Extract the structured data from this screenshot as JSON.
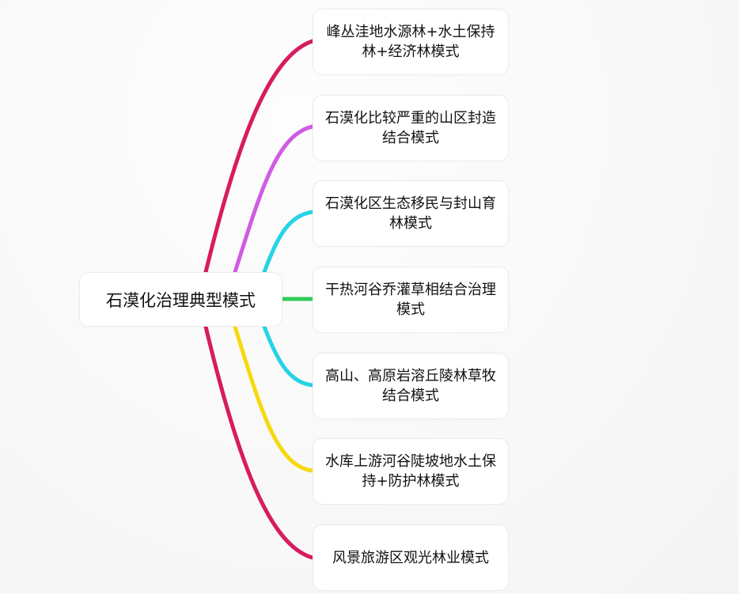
{
  "root": {
    "label": "石漠化治理典型模式"
  },
  "children": [
    {
      "label": "峰丛洼地水源林+水土保持林+经济林模式",
      "color": "#d81b60"
    },
    {
      "label": "石漠化比较严重的山区封造结合模式",
      "color": "#d05ce3"
    },
    {
      "label": "石漠化区生态移民与封山育林模式",
      "color": "#26d3e6"
    },
    {
      "label": "干热河谷乔灌草相结合治理模式",
      "color": "#2ecc55"
    },
    {
      "label": "高山、高原岩溶丘陵林草牧结合模式",
      "color": "#26d3e6"
    },
    {
      "label": "水库上游河谷陡坡地水土保持+防护林模式",
      "color": "#f6d90f"
    },
    {
      "label": "风景旅游区观光林业模式",
      "color": "#d81b60"
    }
  ]
}
